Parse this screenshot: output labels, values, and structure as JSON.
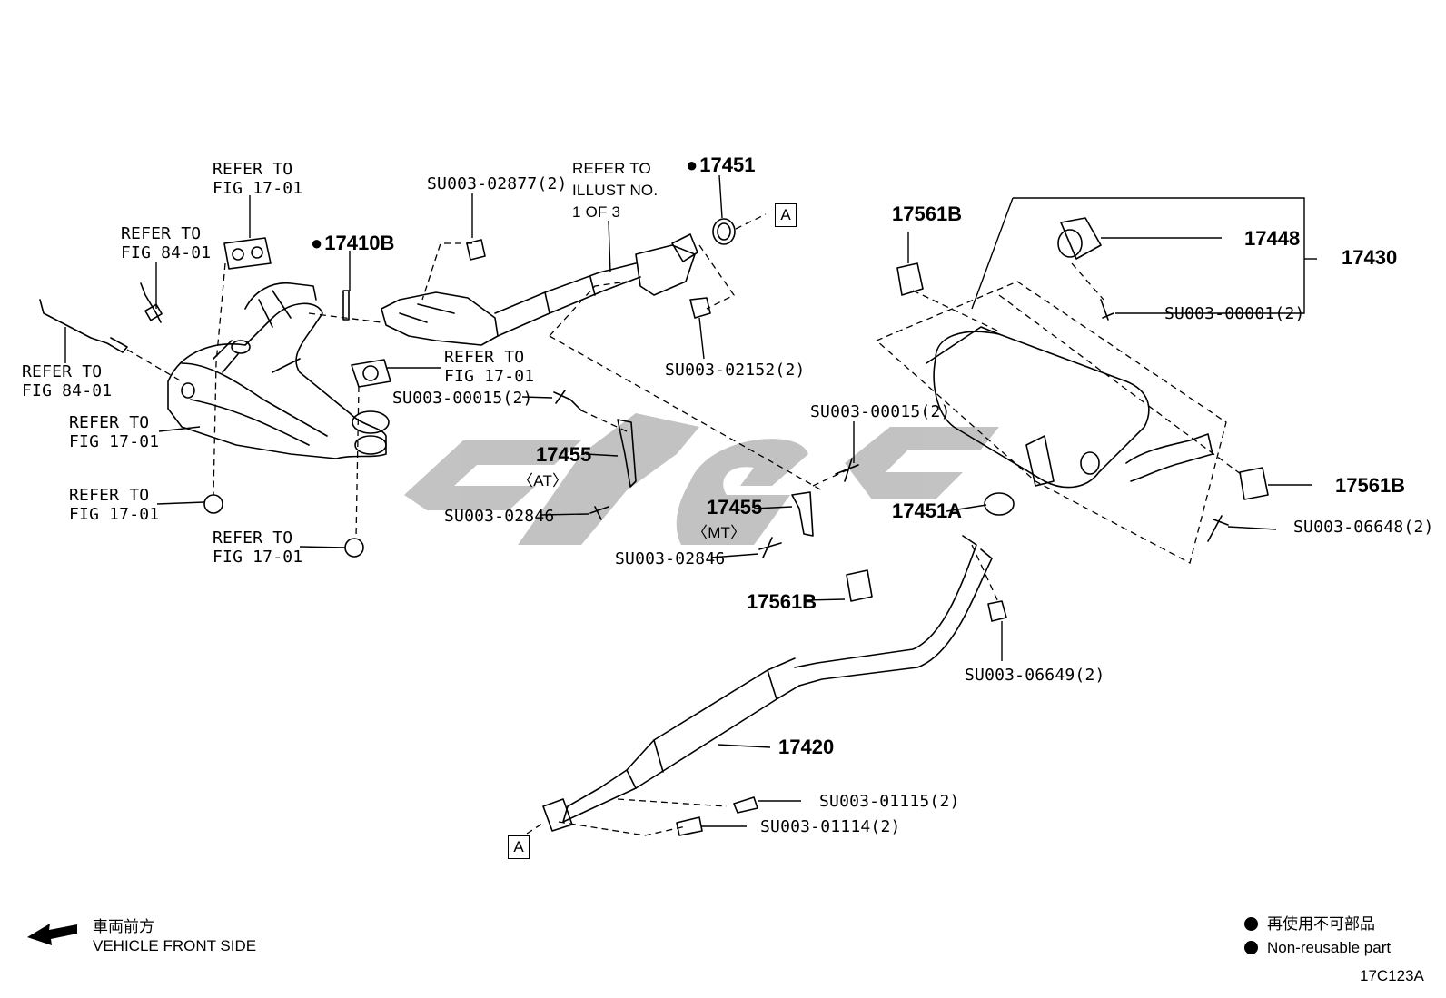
{
  "diagram": {
    "refer_labels": {
      "fig_17_01_top": [
        "REFER TO",
        "FIG 17-01"
      ],
      "fig_84_01_a": [
        "REFER TO",
        "FIG 84-01"
      ],
      "fig_84_01_b": [
        "REFER TO",
        "FIG 84-01"
      ],
      "fig_17_01_left": [
        "REFER TO",
        "FIG 17-01"
      ],
      "fig_17_01_gasket": [
        "REFER TO",
        "FIG 17-01"
      ],
      "fig_17_01_nut1": [
        "REFER TO",
        "FIG 17-01"
      ],
      "fig_17_01_nut2": [
        "REFER TO",
        "FIG 17-01"
      ],
      "illust": [
        "REFER TO",
        "ILLUST NO.",
        "1 OF 3"
      ]
    },
    "parts": {
      "p17451": "17451",
      "p17410b": "17410B",
      "p17561b_top": "17561B",
      "p17448": "17448",
      "p17430": "17430",
      "p17561b_right": "17561B",
      "p17455_at": "17455",
      "at": "〈AT〉",
      "p17455_mt": "17455",
      "mt": "〈MT〉",
      "p17451a": "17451A",
      "p17561b_mid": "17561B",
      "p17420": "17420"
    },
    "fasteners": {
      "su02877": "SU003-02877(2)",
      "su02152": "SU003-02152(2)",
      "su00001": "SU003-00001(2)",
      "su00015_left": "SU003-00015(2)",
      "su00015_right": "SU003-00015(2)",
      "su02846_left": "SU003-02846",
      "su02846_right": "SU003-02846",
      "su06648": "SU003-06648(2)",
      "su06649": "SU003-06649(2)",
      "su01115": "SU003-01115(2)",
      "su01114": "SU003-01114(2)"
    },
    "connector_marks": [
      "A",
      "A"
    ],
    "vehicle_front": {
      "jp": "車両前方",
      "en": "VEHICLE FRONT SIDE"
    },
    "legend": {
      "jp": "再使用不可部品",
      "en": "Non-reusable part"
    },
    "figure_code": "17C123A"
  }
}
